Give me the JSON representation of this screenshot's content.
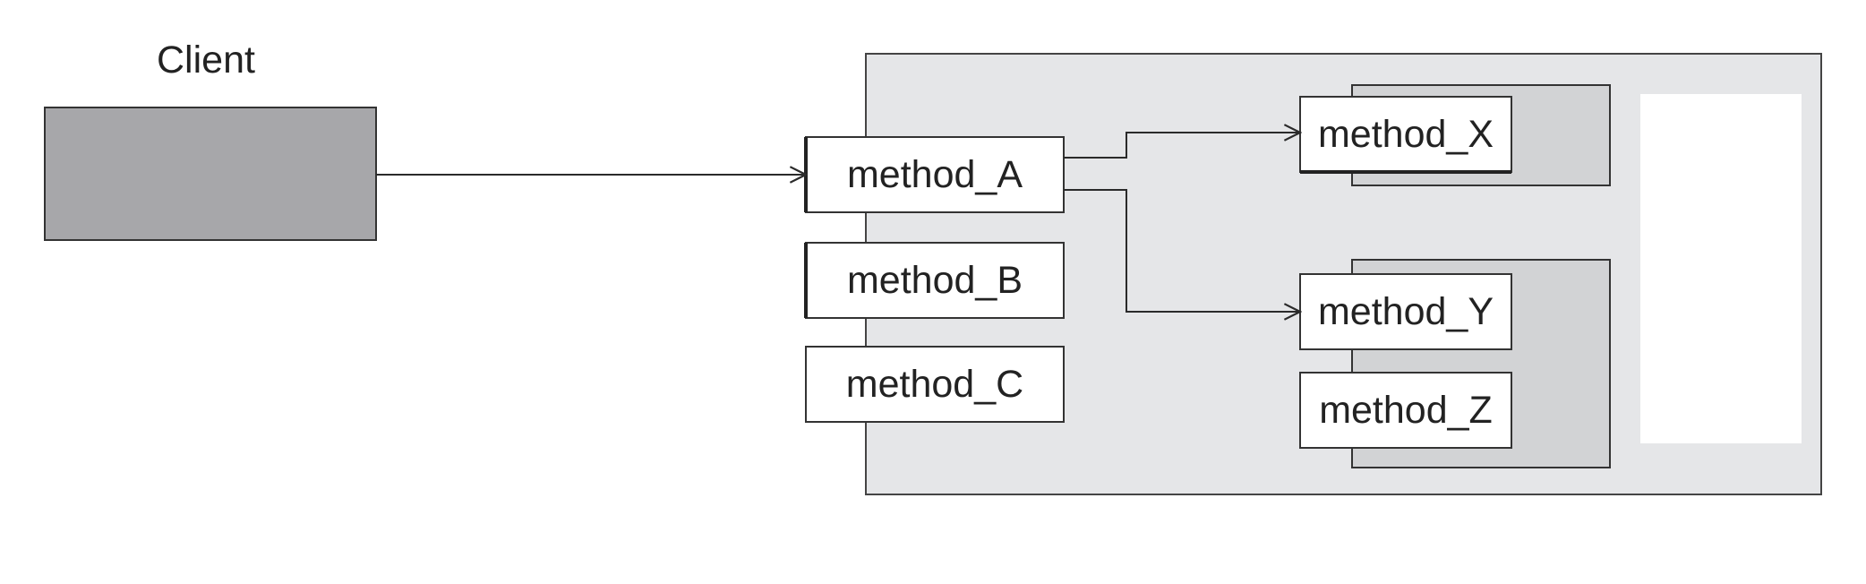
{
  "client": {
    "label": "Client"
  },
  "facade": {
    "methods": [
      {
        "label": "method_A"
      },
      {
        "label": "method_B"
      },
      {
        "label": "method_C"
      }
    ]
  },
  "subsystems": [
    {
      "methods": [
        {
          "label": "method_X"
        }
      ]
    },
    {
      "methods": [
        {
          "label": "method_Y"
        },
        {
          "label": "method_Z"
        }
      ]
    }
  ],
  "colors": {
    "client_fill": "#a7a7aa",
    "facade_fill": "#e5e6e8",
    "subsystem_fill": "#d2d3d5",
    "method_fill": "#ffffff",
    "line": "#2a2a2a"
  }
}
